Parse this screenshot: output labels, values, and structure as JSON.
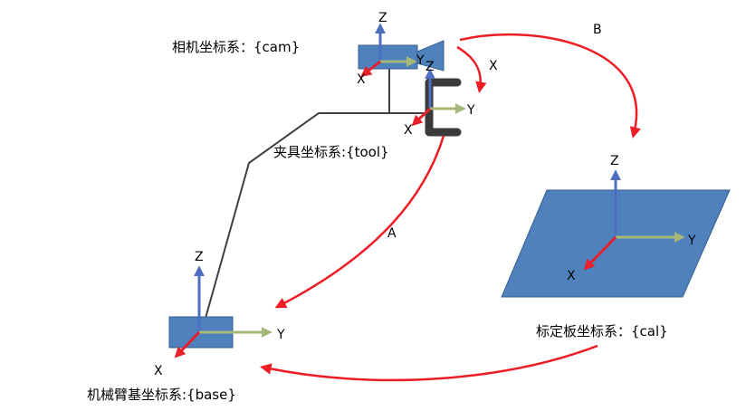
{
  "frames": {
    "camera": {
      "name": "相机坐标系：{cam}",
      "z": "Z",
      "y": "Y",
      "x": "X"
    },
    "tool": {
      "name": "夹具坐标系:{tool}",
      "z": "Z",
      "y": "Y",
      "x": "X"
    },
    "base": {
      "name": "机械臂基坐标系:{base}",
      "z": "Z",
      "y": "Y",
      "x": "X"
    },
    "calib": {
      "name": "标定板坐标系：{cal}",
      "z": "Z",
      "y": "Y",
      "x": "X"
    }
  },
  "transforms": {
    "A": "A",
    "B": "B",
    "X": "X"
  },
  "colors": {
    "z_axis": "#4d6fbf",
    "y_axis": "#a5b87a",
    "x_axis": "#e8202a",
    "arc": "#ee1c24",
    "plate_fill": "#4f81bd",
    "plate_stroke": "#35608f",
    "arm": "#404040",
    "gripper": "#3a3a3a"
  }
}
